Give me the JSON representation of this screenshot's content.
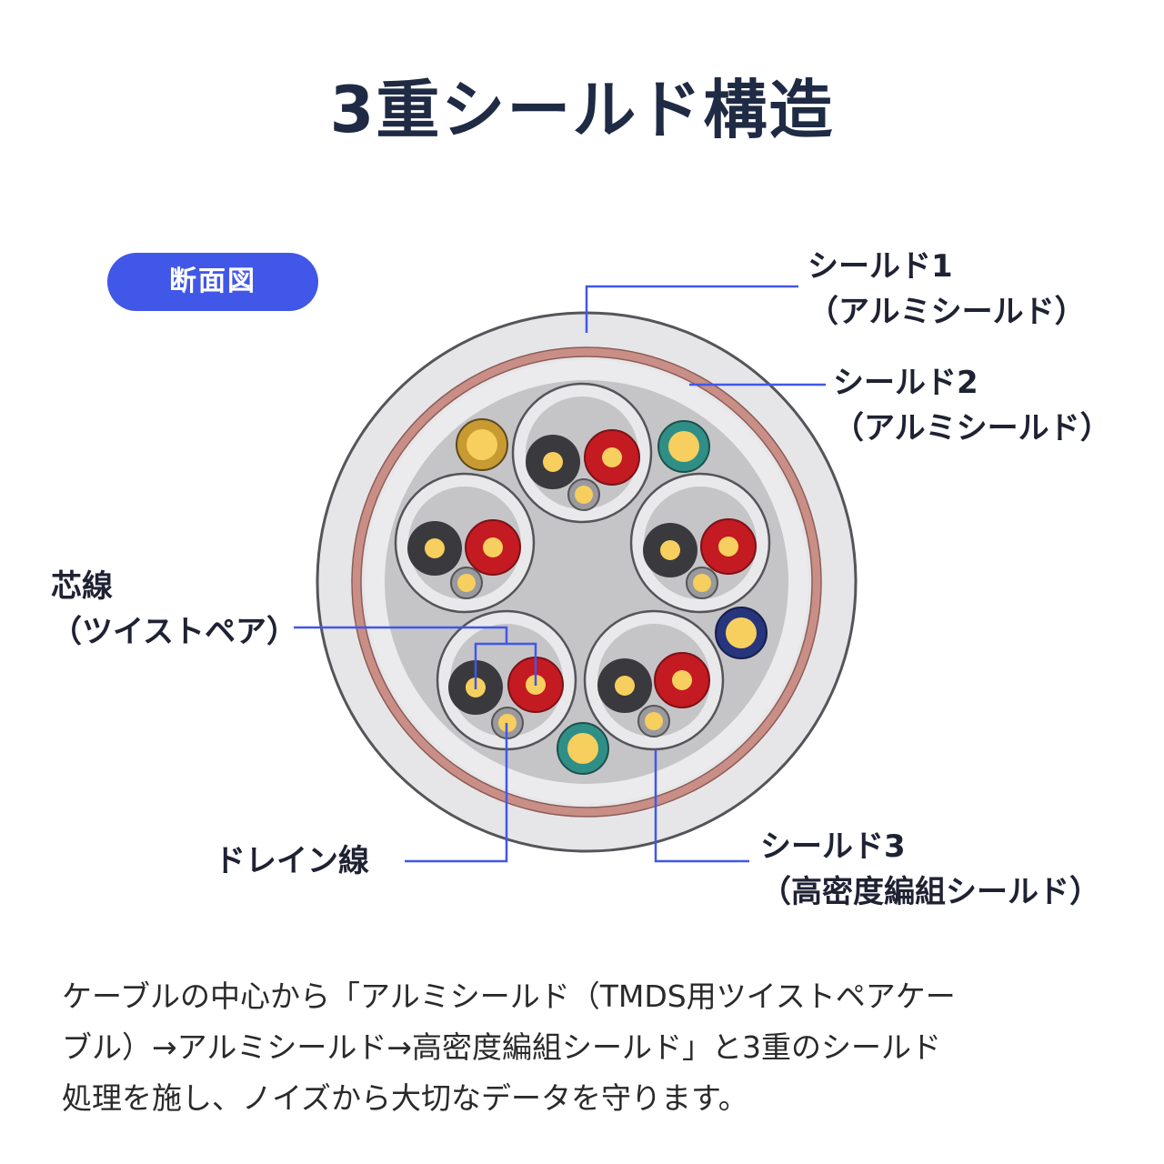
{
  "title": "3重シールド構造",
  "badge": "断面図",
  "labels": {
    "shield1": {
      "line1": "シールド1",
      "line2": "（アルミシールド）"
    },
    "shield2": {
      "line1": "シールド2",
      "line2": "（アルミシールド）"
    },
    "core": {
      "line1": "芯線",
      "line2": "（ツイストペア）"
    },
    "drain": {
      "line1": "ドレイン線"
    },
    "shield3": {
      "line1": "シールド3",
      "line2": "（高密度編組シールド）"
    }
  },
  "description": {
    "line1": "ケーブルの中心から「アルミシールド（TMDS用ツイストペアケー",
    "line2": "ブル）→アルミシールド→高密度編組シールド」と3重のシールド",
    "line3": "処理を施し、ノイズから大切なデータを守ります。"
  },
  "colors": {
    "accent": "#4157e8",
    "leader_line": "#4157e8",
    "title": "#1f2a44",
    "jacket": "#e6e6e8",
    "braid": "#c98f86",
    "inner": "#c5c5c8",
    "pair_black": "#3a3a3e",
    "pair_red": "#c41a22",
    "conductor": "#f7cf5e",
    "filler_gold": "#c89a32",
    "filler_teal": "#2f8f86",
    "filler_navy": "#26357c"
  },
  "icons": [
    "cable-cross-section-icon"
  ]
}
